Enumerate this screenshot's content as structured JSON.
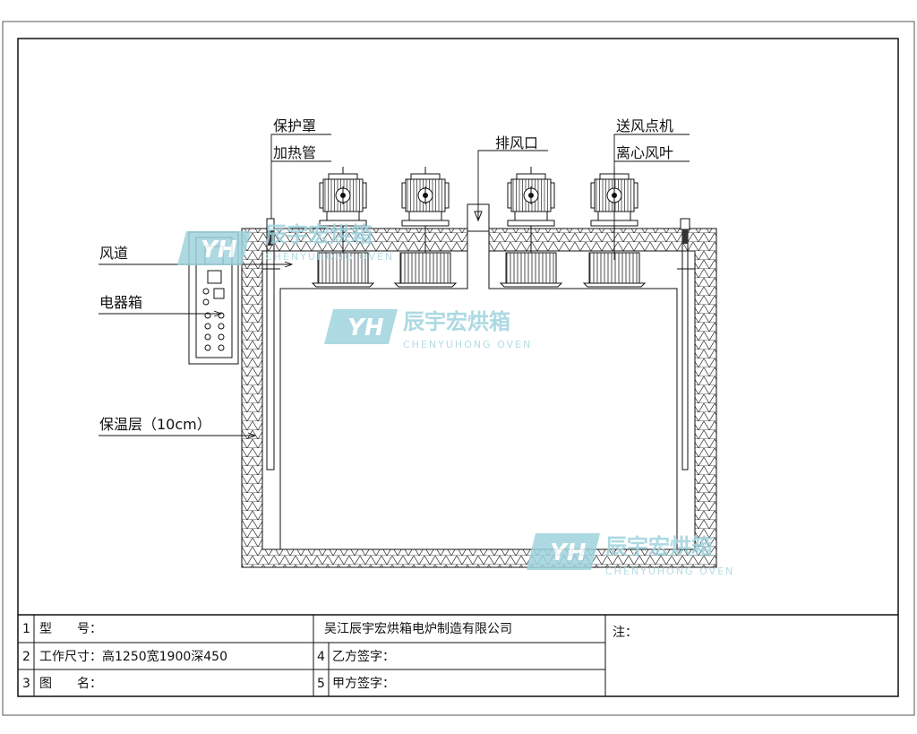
{
  "labels": {
    "guard": "保护罩",
    "heater": "加热管",
    "exhaust": "排风口",
    "fan_motor": "送风点机",
    "impeller": "离心风叶",
    "duct": "风道",
    "elec_box": "电器箱",
    "insulation": "保温层（10cm）"
  },
  "watermark": {
    "cn": "辰宇宏烘箱",
    "en": "CHENYUHONG OVEN",
    "logo": "YH"
  },
  "title_block": {
    "rows": [
      {
        "num": "1",
        "label": "型　　号：",
        "num2": "",
        "label2": "吴江辰宇宏烘箱电炉制造有限公司"
      },
      {
        "num": "2",
        "label": "工作尺寸：高1250宽1900深450",
        "num2": "4",
        "label2": "乙方签字："
      },
      {
        "num": "3",
        "label": "图　　名：",
        "num2": "5",
        "label2": "甲方签字："
      }
    ],
    "note": "注："
  },
  "colors": {
    "line": "#111111",
    "watermark": "#9fd3de"
  }
}
